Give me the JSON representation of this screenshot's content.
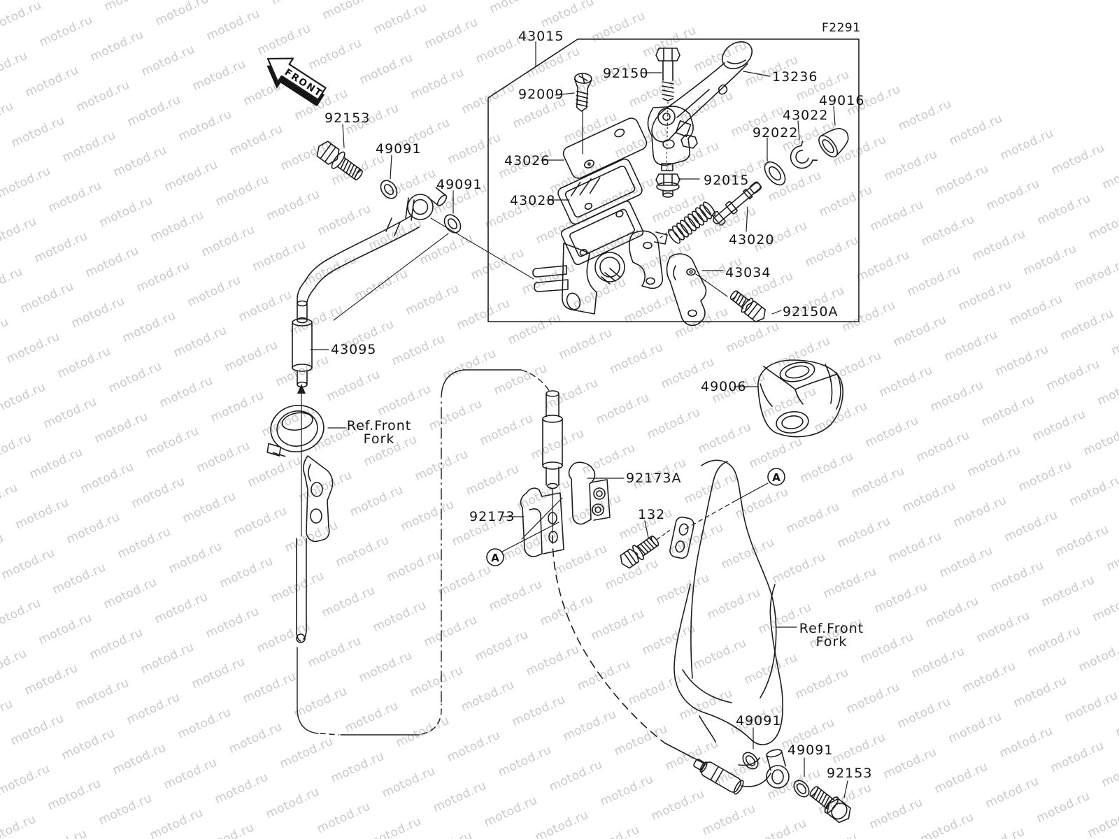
{
  "figure": {
    "code": "F2291",
    "front_arrow": "FRONT",
    "detail_marker": "A",
    "watermark": "motod.ru"
  },
  "labels": [
    {
      "id": "figure-code",
      "text": "F2291"
    },
    {
      "id": "43015",
      "text": "43015"
    },
    {
      "id": "92150",
      "text": "92150"
    },
    {
      "id": "13236",
      "text": "13236"
    },
    {
      "id": "92009",
      "text": "92009"
    },
    {
      "id": "49016",
      "text": "49016"
    },
    {
      "id": "43022",
      "text": "43022"
    },
    {
      "id": "92022",
      "text": "92022"
    },
    {
      "id": "43026",
      "text": "43026"
    },
    {
      "id": "92015",
      "text": "92015"
    },
    {
      "id": "43028",
      "text": "43028"
    },
    {
      "id": "43020",
      "text": "43020"
    },
    {
      "id": "43034",
      "text": "43034"
    },
    {
      "id": "92150A",
      "text": "92150A"
    },
    {
      "id": "92153-top",
      "text": "92153"
    },
    {
      "id": "49091-a",
      "text": "49091"
    },
    {
      "id": "49091-b",
      "text": "49091"
    },
    {
      "id": "43095",
      "text": "43095"
    },
    {
      "id": "ref-front-fork-1",
      "text": "Ref.Front\nFork"
    },
    {
      "id": "49006",
      "text": "49006"
    },
    {
      "id": "92173A",
      "text": "92173A"
    },
    {
      "id": "92173",
      "text": "92173"
    },
    {
      "id": "132",
      "text": "132"
    },
    {
      "id": "ref-front-fork-2",
      "text": "Ref.Front\nFork"
    },
    {
      "id": "49091-c",
      "text": "49091"
    },
    {
      "id": "49091-d",
      "text": "49091"
    },
    {
      "id": "92153-b",
      "text": "92153"
    }
  ]
}
